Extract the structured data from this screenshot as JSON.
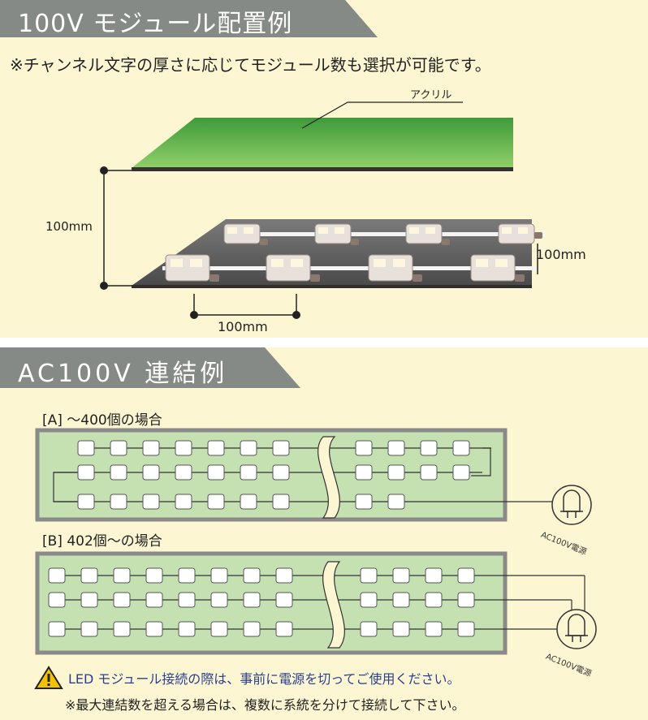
{
  "colors": {
    "header_bg": "#868a86",
    "page_bg": "#fdf6d2",
    "panel_bg": "#c5e0b1",
    "panel_border": "#8a8a8a",
    "acrylic_green": "#5fb646",
    "base_plate": "#5a5a5a",
    "warning_text": "#2a3f8f",
    "warning_yellow": "#f2c200"
  },
  "section1": {
    "title": "100V モジュール配置例",
    "note": "※チャンネル文字の厚さに応じてモジュール数も選択が可能です。",
    "acrylic_label": "アクリル",
    "dim_height": "100mm",
    "dim_row_gap": "100mm",
    "dim_spacing": "100mm"
  },
  "section2": {
    "title": "AC100V 連結例",
    "a_label": "[A] 〜400個の場合",
    "b_label": "[B] 402個〜の場合",
    "power_icon": "light-bulb-icon",
    "power_label": "AC100V電源"
  },
  "warning": {
    "icon": "warning-icon",
    "text": "LED モジュール接続の際は、事前に電源を切ってご使用ください。",
    "note": "※最大連結数を超える場合は、複数に系統を分けて接続して下さい。"
  }
}
